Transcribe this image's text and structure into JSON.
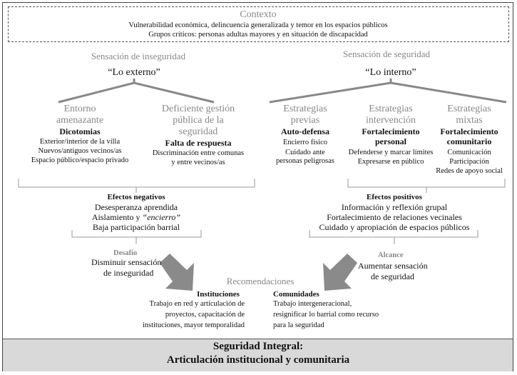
{
  "context": {
    "title": "Contexto",
    "line1": "Vulnerabilidad económica, delincuencia generalizada y temor en los espacios públicos",
    "line2": "Grupos críticos: personas adultas mayores y en situación de discapacidad"
  },
  "left": {
    "heading": "Sensación de inseguridad",
    "theme": "“Lo externo”",
    "col1": {
      "title_l1": "Entorno",
      "title_l2": "amenazante",
      "subtitle": "Dicotomias",
      "items": [
        "Exterior/interior de la villa",
        "Nuevos/antiguos vecinos/as",
        "Espacio público/espacio privado"
      ]
    },
    "col2": {
      "title_l1": "Deficiente gestión",
      "title_l2": "pública de la",
      "title_l3": "seguridad",
      "subtitle": "Falta de respuesta",
      "items": [
        "Discriminación entre comunas",
        "y entre vecinos/as"
      ]
    },
    "effects": {
      "title": "Efectos negativos",
      "item1": "Desesperanza aprendida",
      "item2_prefix": "Aislamiento y ",
      "item2_quote": "“encierro”",
      "item3": "Baja participación barrial"
    },
    "challenge": {
      "title": "Desafío",
      "line1": "Disminuir sensación",
      "line2": "de inseguridad"
    }
  },
  "right": {
    "heading": "Sensación de seguridad",
    "theme": "“Lo interno”",
    "col1": {
      "title_l1": "Estrategias",
      "title_l2": "previas",
      "subtitle": "Auto-defensa",
      "items": [
        "Encierro físico",
        "Cuidado ante",
        "personas peligrosas"
      ]
    },
    "col2": {
      "title_l1": "Estrategias",
      "title_l2": "intervención",
      "subtitle_l1": "Fortalecimiento",
      "subtitle_l2": "personal",
      "items": [
        "Defenderse y marcar límites",
        "Expresarse en público"
      ]
    },
    "col3": {
      "title_l1": "Estrategias",
      "title_l2": "mixtas",
      "subtitle_l1": "Fortalecimiento",
      "subtitle_l2": "comunitario",
      "items": [
        "Comunicación",
        "Participación",
        "Redes de apoyo social"
      ]
    },
    "effects": {
      "title": "Efectos positivos",
      "item1": "Información y reflexión grupal",
      "item2": "Fortalecimiento de relaciones vecinales",
      "item3": "Cuidado y apropiación de espacios públicos"
    },
    "scope": {
      "title": "Alcance",
      "line1": "Aumentar sensación",
      "line2": "de seguridad"
    }
  },
  "recommendations": {
    "title": "Recomendaciones",
    "institutions": {
      "title": "Instituciones",
      "lines": [
        "Trabajo en red y articulación de",
        "proyectos, capacitación de",
        "instituciones, mayor temporalidad"
      ]
    },
    "communities": {
      "title": "Comunidades",
      "lines": [
        "Trabajo intergeneracional,",
        "resignificar lo barrial como recurso",
        "para la seguridad"
      ]
    }
  },
  "footer": {
    "line1": "Seguridad Integral:",
    "line2": "Articulación institucional y comunitaria"
  },
  "colors": {
    "accent_gray": "#888888",
    "arrow_gray": "#8a8a8a",
    "footer_bg": "#d9d9d9"
  }
}
